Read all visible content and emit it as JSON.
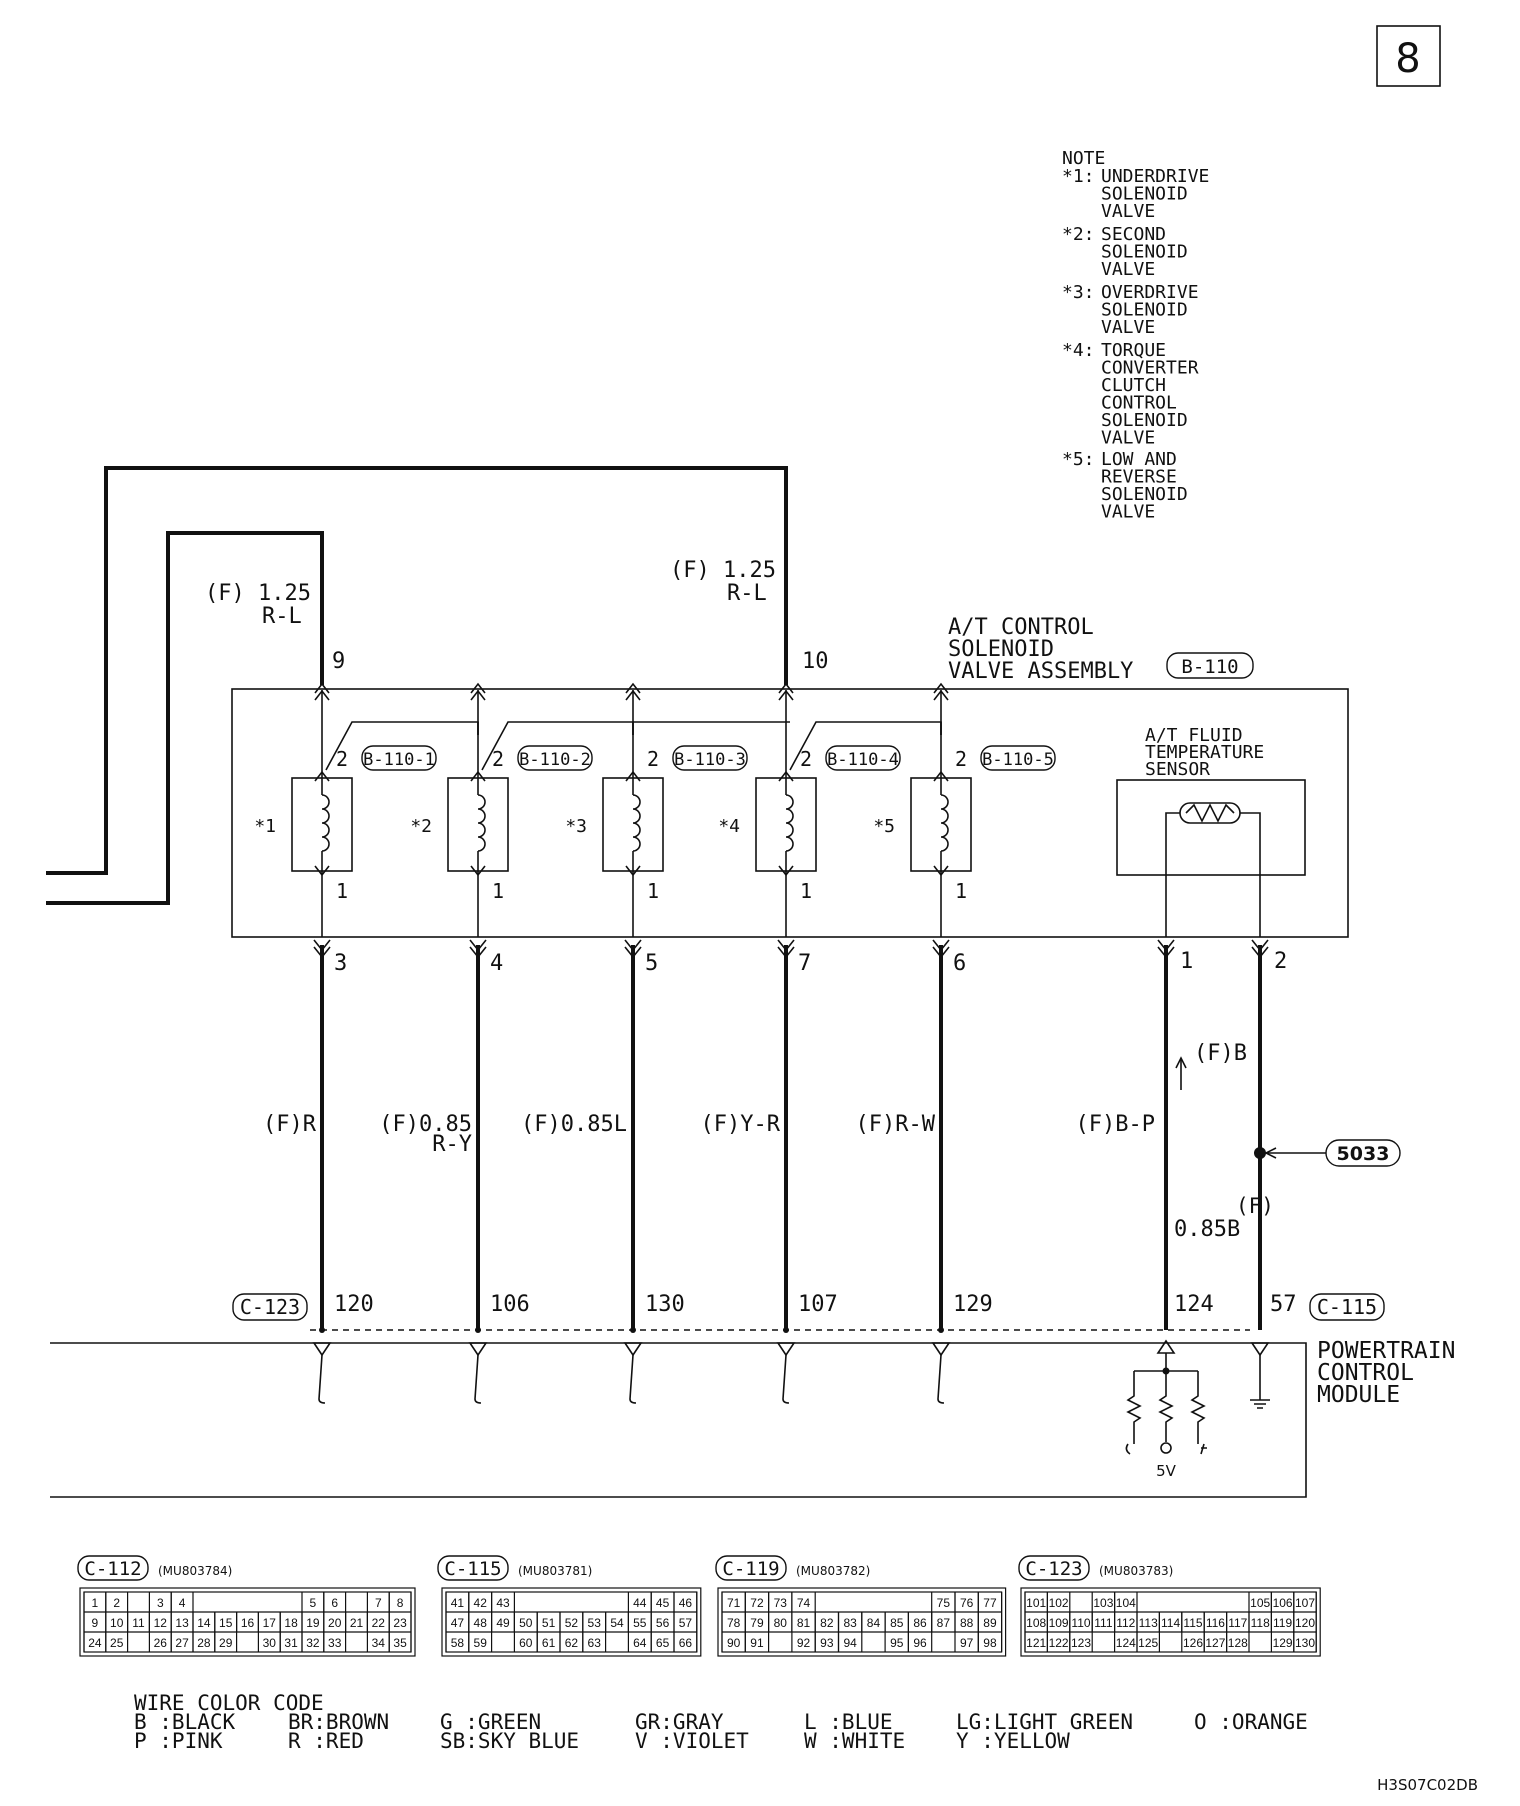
{
  "page_number": "8",
  "note": {
    "title": "NOTE",
    "items": [
      {
        "mark": "*1:",
        "lines": [
          "UNDERDRIVE",
          "SOLENOID",
          "VALVE"
        ]
      },
      {
        "mark": "*2:",
        "lines": [
          "SECOND",
          "SOLENOID",
          "VALVE"
        ]
      },
      {
        "mark": "*3:",
        "lines": [
          "OVERDRIVE",
          "SOLENOID",
          "VALVE"
        ]
      },
      {
        "mark": "*4:",
        "lines": [
          "TORQUE",
          "CONVERTER",
          "CLUTCH",
          "CONTROL",
          "SOLENOID",
          "VALVE"
        ]
      },
      {
        "mark": "*5:",
        "lines": [
          "LOW AND",
          "REVERSE",
          "SOLENOID",
          "VALVE"
        ]
      }
    ]
  },
  "supply_wires": [
    {
      "spec": "(F) 1.25",
      "color": "R-L",
      "pin": "9"
    },
    {
      "spec": "(F) 1.25",
      "color": "R-L",
      "pin": "10"
    }
  ],
  "assembly": {
    "title_lines": [
      "A/T CONTROL",
      "SOLENOID",
      "VALVE ASSEMBLY"
    ],
    "connector": "B-110"
  },
  "solenoids": [
    {
      "mark": "*1",
      "sub_connector": "B-110-1",
      "top_pin": "2",
      "bottom_pin": "1",
      "pin": "3",
      "wire": "(F)R",
      "wire2": "",
      "pcm_pin": "120"
    },
    {
      "mark": "*2",
      "sub_connector": "B-110-2",
      "top_pin": "2",
      "bottom_pin": "1",
      "pin": "4",
      "wire": "(F)0.85",
      "wire2": "R-Y",
      "pcm_pin": "106"
    },
    {
      "mark": "*3",
      "sub_connector": "B-110-3",
      "top_pin": "2",
      "bottom_pin": "1",
      "pin": "5",
      "wire": "(F)0.85L",
      "wire2": "",
      "pcm_pin": "130"
    },
    {
      "mark": "*4",
      "sub_connector": "B-110-4",
      "top_pin": "2",
      "bottom_pin": "1",
      "pin": "7",
      "wire": "(F)Y-R",
      "wire2": "",
      "pcm_pin": "107"
    },
    {
      "mark": "*5",
      "sub_connector": "B-110-5",
      "top_pin": "2",
      "bottom_pin": "1",
      "pin": "6",
      "wire": "(F)R-W",
      "wire2": "",
      "pcm_pin": "129"
    }
  ],
  "fluid_sensor": {
    "label_lines": [
      "A/T FLUID",
      "TEMPERATURE",
      "SENSOR"
    ],
    "pin1": "1",
    "pin2": "2",
    "wire1": "(F)B-P",
    "pcm_pin1": "124",
    "wire2_top": "(F)B",
    "wire2_bottom_lines": [
      "(F)",
      "0.85B"
    ],
    "pcm_pin2": "57",
    "ground_ref": "5033"
  },
  "pcm": {
    "label_lines": [
      "POWERTRAIN",
      "CONTROL",
      "MODULE"
    ],
    "connector_left": "C-123",
    "connector_right": "C-115",
    "voltage": "5V"
  },
  "connector_tables": [
    {
      "name": "C-112",
      "part": "(MU803784)",
      "rows": [
        [
          "1",
          "2",
          "",
          "3",
          "4",
          "",
          "",
          "",
          "",
          "",
          "5",
          "6",
          "",
          "7",
          "8"
        ],
        [
          "9",
          "10",
          "11",
          "12",
          "13",
          "14",
          "15",
          "16",
          "17",
          "18",
          "19",
          "20",
          "21",
          "22",
          "23"
        ],
        [
          "24",
          "25",
          "",
          "26",
          "27",
          "28",
          "29",
          "",
          "30",
          "31",
          "32",
          "33",
          "",
          "34",
          "35"
        ]
      ]
    },
    {
      "name": "C-115",
      "part": "(MU803781)",
      "rows": [
        [
          "41",
          "42",
          "43",
          "",
          "",
          "",
          "",
          "",
          "44",
          "45",
          "46"
        ],
        [
          "47",
          "48",
          "49",
          "50",
          "51",
          "52",
          "53",
          "54",
          "55",
          "56",
          "57"
        ],
        [
          "58",
          "59",
          "",
          "60",
          "61",
          "62",
          "63",
          "",
          "64",
          "65",
          "66"
        ]
      ]
    },
    {
      "name": "C-119",
      "part": "(MU803782)",
      "rows": [
        [
          "71",
          "72",
          "73",
          "74",
          "",
          "",
          "",
          "",
          "",
          "75",
          "76",
          "77"
        ],
        [
          "78",
          "79",
          "80",
          "81",
          "82",
          "83",
          "84",
          "85",
          "86",
          "87",
          "88",
          "89"
        ],
        [
          "90",
          "91",
          "",
          "92",
          "93",
          "94",
          "",
          "95",
          "96",
          "",
          "97",
          "98"
        ]
      ]
    },
    {
      "name": "C-123",
      "part": "(MU803783)",
      "rows": [
        [
          "101",
          "102",
          "",
          "103",
          "104",
          "",
          "",
          "",
          "",
          "",
          "105",
          "106",
          "107"
        ],
        [
          "108",
          "109",
          "110",
          "111",
          "112",
          "113",
          "114",
          "115",
          "116",
          "117",
          "118",
          "119",
          "120"
        ],
        [
          "121",
          "122",
          "123",
          "",
          "124",
          "125",
          "",
          "126",
          "127",
          "128",
          "",
          "129",
          "130"
        ]
      ]
    }
  ],
  "wire_color_code": {
    "title": "WIRE COLOR CODE",
    "entries": [
      "B :BLACK",
      "BR:BROWN",
      "G :GREEN",
      "GR:GRAY",
      "L :BLUE",
      "LG:LIGHT GREEN",
      "O :ORANGE",
      "P :PINK",
      "R :RED",
      "SB:SKY BLUE",
      "V :VIOLET",
      "W :WHITE",
      "Y :YELLOW"
    ]
  },
  "doc_code": "H3S07C02DB"
}
